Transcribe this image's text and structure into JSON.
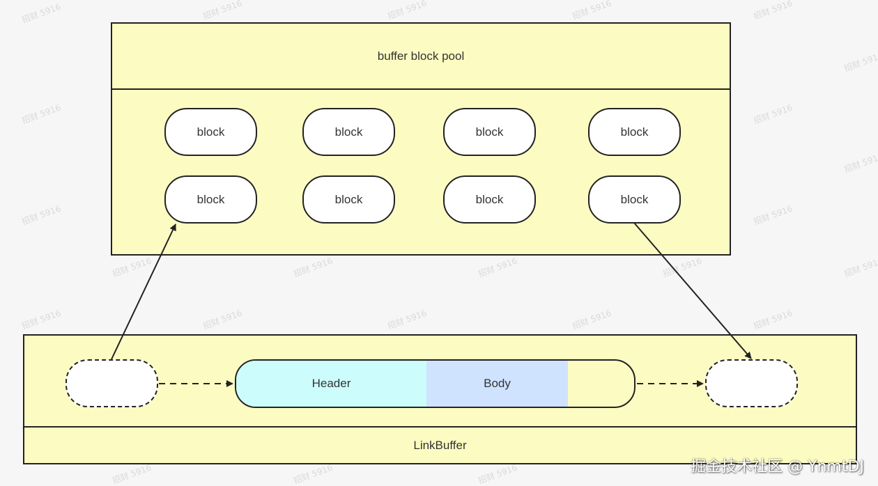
{
  "pool": {
    "title": "buffer block pool",
    "blocks": [
      "block",
      "block",
      "block",
      "block",
      "block",
      "block",
      "block",
      "block"
    ]
  },
  "link_buffer": {
    "title": "LinkBuffer",
    "node": {
      "header_label": "Header",
      "body_label": "Body"
    }
  },
  "watermark": "招财 5916",
  "credit": "掘金技术社区 @ YnmtDJ",
  "colors": {
    "background": "#f6f6f6",
    "container_fill": "#fcfbc2",
    "block_fill": "#ffffff",
    "header_fill": "#ccfcfc",
    "body_fill": "#cfe3ff",
    "stroke": "#222222"
  }
}
